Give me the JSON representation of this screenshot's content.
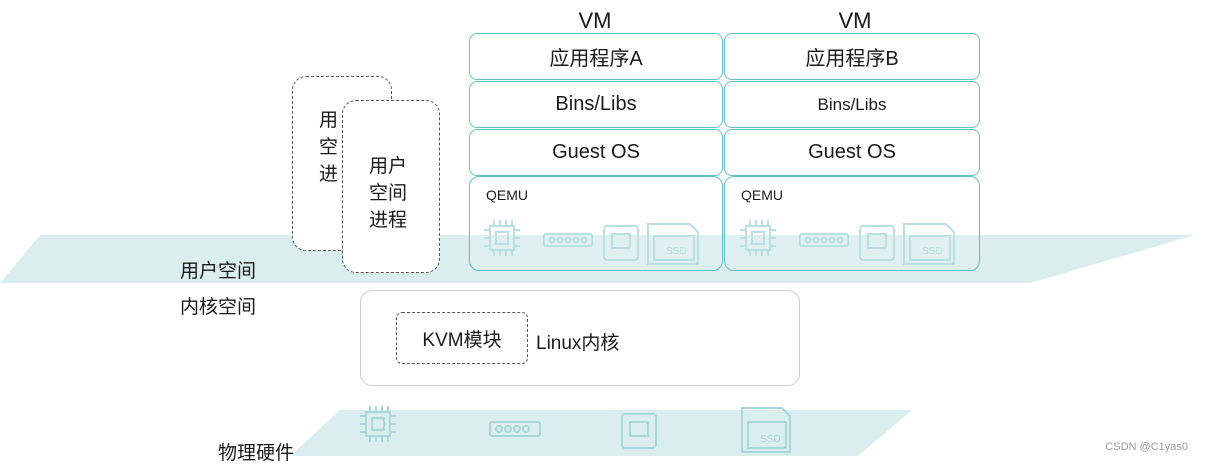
{
  "vms": [
    {
      "title": "VM",
      "app": "应用程序A",
      "libs": "Bins/Libs",
      "os": "Guest OS",
      "qemu": "QEMU"
    },
    {
      "title": "VM",
      "app": "应用程序B",
      "libs": "Bins/Libs",
      "os": "Guest OS",
      "qemu": "QEMU"
    }
  ],
  "process": {
    "back_line1": "用",
    "back_line2": "空",
    "back_line3": "进",
    "front_line1": "用户",
    "front_line2": "空间",
    "front_line3": "进程"
  },
  "space": {
    "user": "用户空间",
    "kernel": "内核空间"
  },
  "kernel": {
    "kvm": "KVM模块",
    "linux": "Linux内核"
  },
  "hardware": {
    "label": "物理硬件",
    "ssd_label": "SSD"
  },
  "watermark": "CSDN @C1yas0",
  "colors": {
    "accent": "#5fbfc6",
    "plane": "#cfe8ea"
  }
}
